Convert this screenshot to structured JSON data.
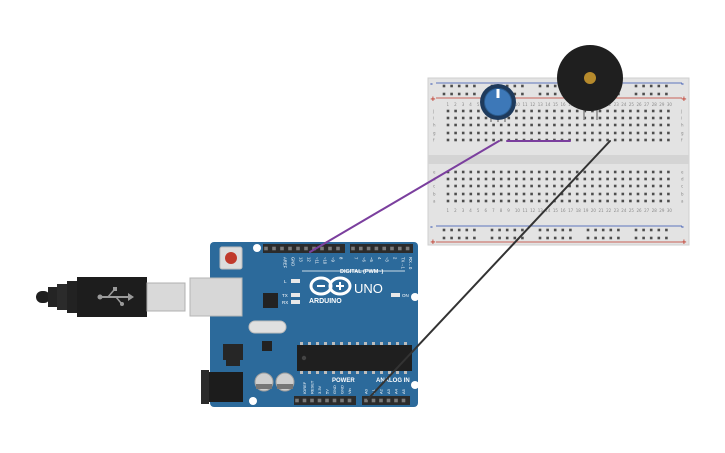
{
  "arduino": {
    "brand": "ARDUINO",
    "model": "UNO",
    "power_label": "POWER",
    "analog_label": "ANALOG IN",
    "digital_label": "DIGITAL (PWM~)",
    "on_label": "ON",
    "l_label": "L",
    "tx_label": "TX",
    "rx_label": "RX",
    "top_pin_labels": [
      "AREF",
      "GND",
      "13",
      "12",
      "~11",
      "~10",
      "~9",
      "8",
      "7",
      "~6",
      "~5",
      "4",
      "~3",
      "2",
      "TX→1",
      "RX←0"
    ],
    "power_pin_labels": [
      "IOREF",
      "RESET",
      "3.3V",
      "5V",
      "GND",
      "GND",
      "Vin"
    ],
    "analog_pin_labels": [
      "A0",
      "A1",
      "A2",
      "A3",
      "A4",
      "A5"
    ],
    "board_color": "#2c6a9b"
  },
  "breadboard": {
    "plus": "+",
    "minus": "-",
    "row_letters_top": [
      "j",
      "i",
      "h",
      "g",
      "f"
    ],
    "row_letters_bottom": [
      "e",
      "d",
      "c",
      "b",
      "a"
    ],
    "columns": [
      "1",
      "2",
      "3",
      "4",
      "5",
      "6",
      "7",
      "8",
      "9",
      "10",
      "11",
      "12",
      "13",
      "14",
      "15",
      "16",
      "17",
      "18",
      "19",
      "20",
      "21",
      "22",
      "23",
      "24",
      "25",
      "26",
      "27",
      "28",
      "29",
      "30"
    ]
  },
  "wires": {
    "purple": "#7b3f9e",
    "black": "#333333"
  },
  "components": {
    "potentiometer": "potentiometer",
    "buzzer": "piezo-buzzer",
    "usb_cable": "usb-cable"
  }
}
